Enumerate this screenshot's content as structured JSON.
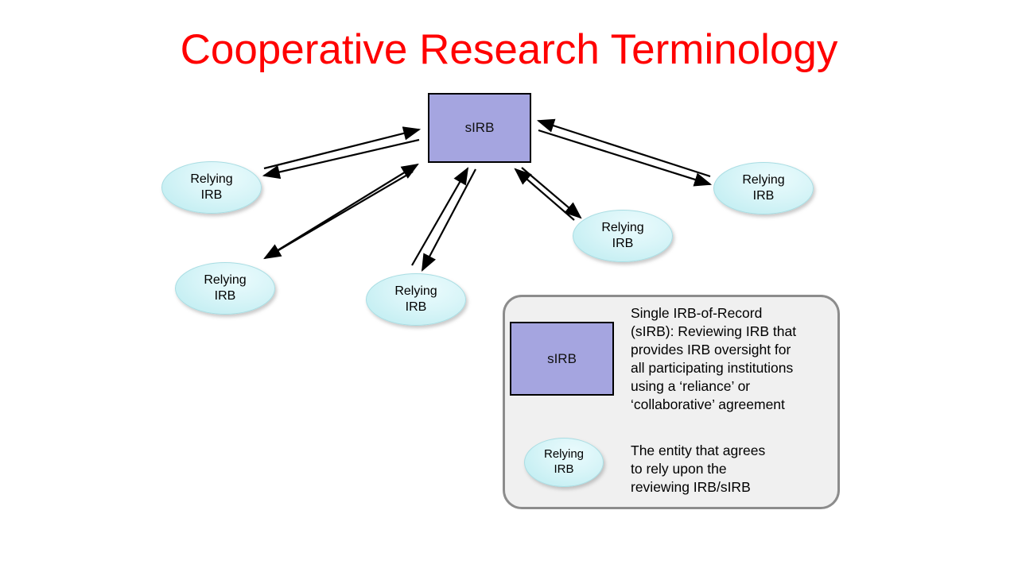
{
  "slide": {
    "title": "Cooperative Research Terminology",
    "title_color": "#FF0000",
    "background_color": "#FFFFFF"
  },
  "diagram": {
    "type": "hub-and-spoke",
    "hub": {
      "label": "sIRB",
      "shape": "rectangle",
      "fill_color": "#A5A5E0",
      "border_color": "#000000"
    },
    "spokes": [
      {
        "label_line1": "Relying",
        "label_line2": "IRB",
        "shape": "ellipse",
        "position": "upper-left"
      },
      {
        "label_line1": "Relying",
        "label_line2": "IRB",
        "shape": "ellipse",
        "position": "lower-left"
      },
      {
        "label_line1": "Relying",
        "label_line2": "IRB",
        "shape": "ellipse",
        "position": "bottom-center"
      },
      {
        "label_line1": "Relying",
        "label_line2": "IRB",
        "shape": "ellipse",
        "position": "lower-right"
      },
      {
        "label_line1": "Relying",
        "label_line2": "IRB",
        "shape": "ellipse",
        "position": "upper-right"
      }
    ],
    "spoke_fill_color": "#D9F5F8",
    "connector_style": "paired bidirectional arrows",
    "connector_color": "#000000"
  },
  "legend": {
    "background_color": "#F0F0F0",
    "border_color": "#8C8C8C",
    "entries": [
      {
        "symbol": "rectangle",
        "symbol_label": "sIRB",
        "description": "Single IRB-of-Record\n(sIRB): Reviewing IRB that\nprovides IRB oversight for\nall participating institutions\nusing a ‘reliance’ or\n‘collaborative’ agreement"
      },
      {
        "symbol": "ellipse",
        "symbol_label_line1": "Relying",
        "symbol_label_line2": "IRB",
        "description": "The entity that agrees\nto rely upon the\nreviewing IRB/sIRB"
      }
    ]
  }
}
